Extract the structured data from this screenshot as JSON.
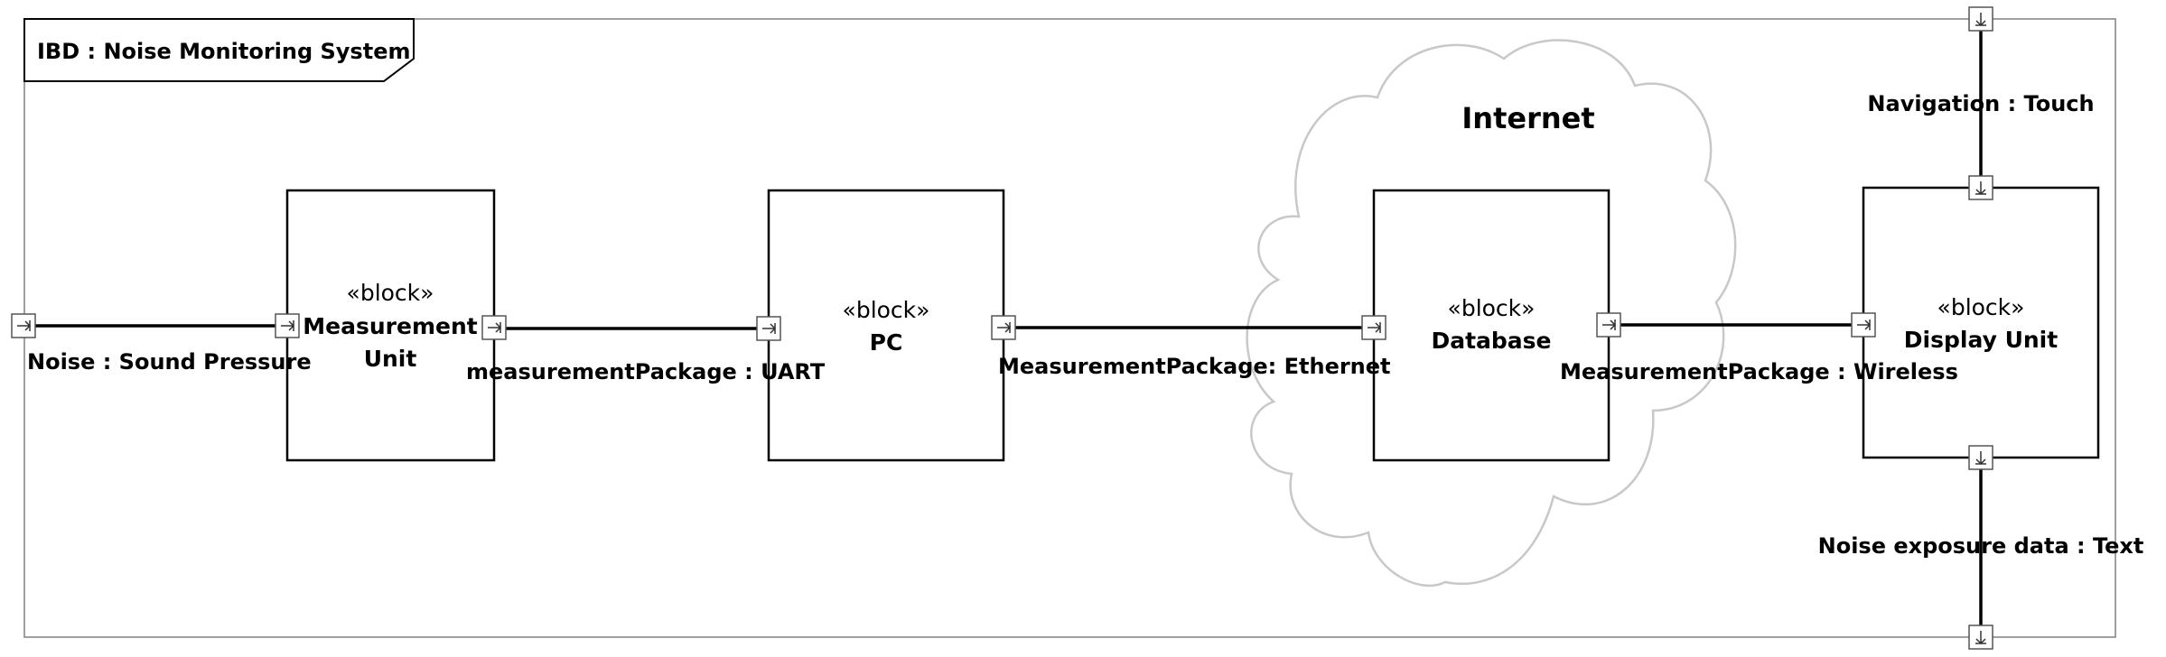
{
  "frame": {
    "title": "IBD : Noise Monitoring System"
  },
  "cloud": {
    "label": "Internet"
  },
  "blocks": {
    "measurement_unit": {
      "stereotype": "«block»",
      "name_line1": "Measurement",
      "name_line2": "Unit"
    },
    "pc": {
      "stereotype": "«block»",
      "name": "PC"
    },
    "database": {
      "stereotype": "«block»",
      "name": "Database"
    },
    "display_unit": {
      "stereotype": "«block»",
      "name": "Display Unit"
    }
  },
  "flows": {
    "noise_input": "Noise : Sound Pressure",
    "uart": "measurementPackage : UART",
    "ethernet": "MeasurementPackage: Ethernet",
    "wireless": "MeasurementPackage : Wireless",
    "navigation": "Navigation : Touch",
    "exposure_output": "Noise exposure data : Text"
  }
}
